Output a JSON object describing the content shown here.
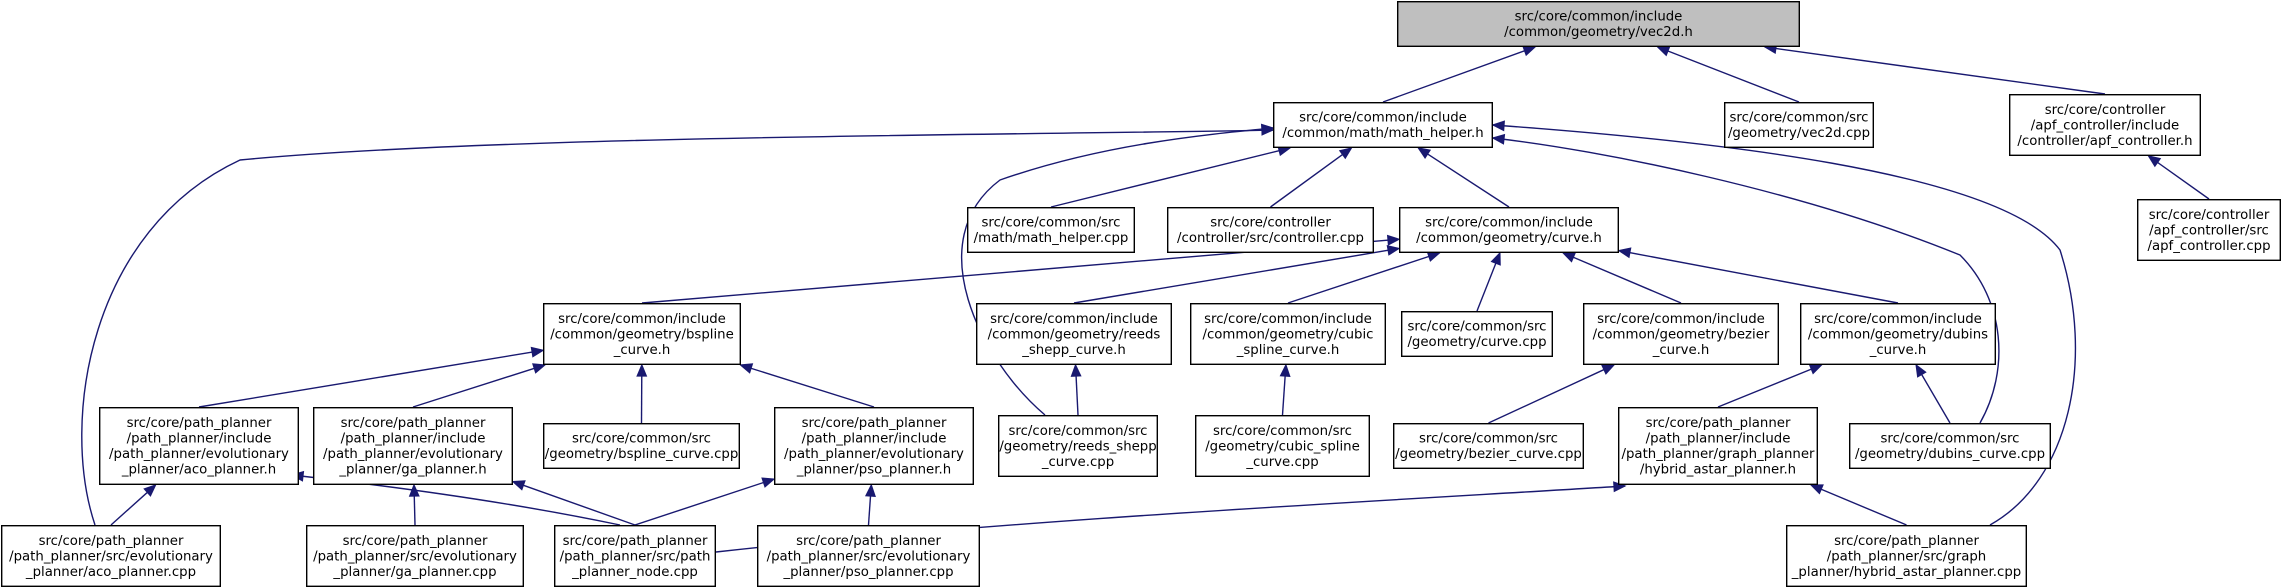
{
  "colors": {
    "edge": "#191970",
    "root_fill": "#bfbfbf",
    "node_fill": "#ffffff",
    "border": "#000000"
  },
  "nodes": [
    {
      "id": "vec2d_h",
      "lines": [
        "src/core/common/include",
        "/common/geometry/vec2d.h"
      ],
      "root": true
    },
    {
      "id": "math_helper_h",
      "lines": [
        "src/core/common/include",
        "/common/math/math_helper.h"
      ]
    },
    {
      "id": "vec2d_cpp",
      "lines": [
        "src/core/common/src",
        "/geometry/vec2d.cpp"
      ]
    },
    {
      "id": "apf_controller_h",
      "lines": [
        "src/core/controller",
        "/apf_controller/include",
        "/controller/apf_controller.h"
      ]
    },
    {
      "id": "apf_controller_cpp",
      "lines": [
        "src/core/controller",
        "/apf_controller/src",
        "/apf_controller.cpp"
      ]
    },
    {
      "id": "math_helper_cpp",
      "lines": [
        "src/core/common/src",
        "/math/math_helper.cpp"
      ]
    },
    {
      "id": "controller_cpp",
      "lines": [
        "src/core/controller",
        "/controller/src/controller.cpp"
      ]
    },
    {
      "id": "curve_h",
      "lines": [
        "src/core/common/include",
        "/common/geometry/curve.h"
      ]
    },
    {
      "id": "bspline_curve_h",
      "lines": [
        "src/core/common/include",
        "/common/geometry/bspline",
        "_curve.h"
      ]
    },
    {
      "id": "reeds_shepp_curve_h",
      "lines": [
        "src/core/common/include",
        "/common/geometry/reeds",
        "_shepp_curve.h"
      ]
    },
    {
      "id": "cubic_spline_curve_h",
      "lines": [
        "src/core/common/include",
        "/common/geometry/cubic",
        "_spline_curve.h"
      ]
    },
    {
      "id": "curve_cpp",
      "lines": [
        "src/core/common/src",
        "/geometry/curve.cpp"
      ]
    },
    {
      "id": "bezier_curve_h",
      "lines": [
        "src/core/common/include",
        "/common/geometry/bezier",
        "_curve.h"
      ]
    },
    {
      "id": "dubins_curve_h",
      "lines": [
        "src/core/common/include",
        "/common/geometry/dubins",
        "_curve.h"
      ]
    },
    {
      "id": "aco_planner_h",
      "lines": [
        "src/core/path_planner",
        "/path_planner/include",
        "/path_planner/evolutionary",
        "_planner/aco_planner.h"
      ]
    },
    {
      "id": "ga_planner_h",
      "lines": [
        "src/core/path_planner",
        "/path_planner/include",
        "/path_planner/evolutionary",
        "_planner/ga_planner.h"
      ]
    },
    {
      "id": "bspline_curve_cpp",
      "lines": [
        "src/core/common/src",
        "/geometry/bspline_curve.cpp"
      ]
    },
    {
      "id": "pso_planner_h",
      "lines": [
        "src/core/path_planner",
        "/path_planner/include",
        "/path_planner/evolutionary",
        "_planner/pso_planner.h"
      ]
    },
    {
      "id": "reeds_shepp_curve_cpp",
      "lines": [
        "src/core/common/src",
        "/geometry/reeds_shepp",
        "_curve.cpp"
      ]
    },
    {
      "id": "cubic_spline_curve_cpp",
      "lines": [
        "src/core/common/src",
        "/geometry/cubic_spline",
        "_curve.cpp"
      ]
    },
    {
      "id": "bezier_curve_cpp",
      "lines": [
        "src/core/common/src",
        "/geometry/bezier_curve.cpp"
      ]
    },
    {
      "id": "hybrid_astar_planner_h",
      "lines": [
        "src/core/path_planner",
        "/path_planner/include",
        "/path_planner/graph_planner",
        "/hybrid_astar_planner.h"
      ]
    },
    {
      "id": "dubins_curve_cpp",
      "lines": [
        "src/core/common/src",
        "/geometry/dubins_curve.cpp"
      ]
    },
    {
      "id": "aco_planner_cpp",
      "lines": [
        "src/core/path_planner",
        "/path_planner/src/evolutionary",
        "_planner/aco_planner.cpp"
      ]
    },
    {
      "id": "ga_planner_cpp",
      "lines": [
        "src/core/path_planner",
        "/path_planner/src/evolutionary",
        "_planner/ga_planner.cpp"
      ]
    },
    {
      "id": "path_planner_node_cpp",
      "lines": [
        "src/core/path_planner",
        "/path_planner/src/path",
        "_planner_node.cpp"
      ]
    },
    {
      "id": "pso_planner_cpp",
      "lines": [
        "src/core/path_planner",
        "/path_planner/src/evolutionary",
        "_planner/pso_planner.cpp"
      ]
    },
    {
      "id": "hybrid_astar_planner_cpp",
      "lines": [
        "src/core/path_planner",
        "/path_planner/src/graph",
        "_planner/hybrid_astar_planner.cpp"
      ]
    }
  ],
  "edges": [
    {
      "from": "math_helper_h",
      "to": "vec2d_h"
    },
    {
      "from": "vec2d_cpp",
      "to": "vec2d_h"
    },
    {
      "from": "apf_controller_h",
      "to": "vec2d_h"
    },
    {
      "from": "apf_controller_cpp",
      "to": "apf_controller_h"
    },
    {
      "from": "math_helper_cpp",
      "to": "math_helper_h"
    },
    {
      "from": "controller_cpp",
      "to": "math_helper_h"
    },
    {
      "from": "curve_h",
      "to": "math_helper_h"
    },
    {
      "from": "aco_planner_cpp",
      "to": "math_helper_h"
    },
    {
      "from": "reeds_shepp_curve_cpp",
      "to": "math_helper_h"
    },
    {
      "from": "dubins_curve_cpp",
      "to": "math_helper_h"
    },
    {
      "from": "hybrid_astar_planner_cpp",
      "to": "math_helper_h"
    },
    {
      "from": "bspline_curve_h",
      "to": "curve_h"
    },
    {
      "from": "reeds_shepp_curve_h",
      "to": "curve_h"
    },
    {
      "from": "cubic_spline_curve_h",
      "to": "curve_h"
    },
    {
      "from": "curve_cpp",
      "to": "curve_h"
    },
    {
      "from": "bezier_curve_h",
      "to": "curve_h"
    },
    {
      "from": "dubins_curve_h",
      "to": "curve_h"
    },
    {
      "from": "aco_planner_h",
      "to": "bspline_curve_h"
    },
    {
      "from": "ga_planner_h",
      "to": "bspline_curve_h"
    },
    {
      "from": "bspline_curve_cpp",
      "to": "bspline_curve_h"
    },
    {
      "from": "pso_planner_h",
      "to": "bspline_curve_h"
    },
    {
      "from": "reeds_shepp_curve_cpp",
      "to": "reeds_shepp_curve_h"
    },
    {
      "from": "cubic_spline_curve_cpp",
      "to": "cubic_spline_curve_h"
    },
    {
      "from": "bezier_curve_cpp",
      "to": "bezier_curve_h"
    },
    {
      "from": "hybrid_astar_planner_h",
      "to": "dubins_curve_h"
    },
    {
      "from": "dubins_curve_cpp",
      "to": "dubins_curve_h"
    },
    {
      "from": "aco_planner_cpp",
      "to": "aco_planner_h"
    },
    {
      "from": "path_planner_node_cpp",
      "to": "aco_planner_h"
    },
    {
      "from": "ga_planner_cpp",
      "to": "ga_planner_h"
    },
    {
      "from": "path_planner_node_cpp",
      "to": "ga_planner_h"
    },
    {
      "from": "path_planner_node_cpp",
      "to": "pso_planner_h"
    },
    {
      "from": "pso_planner_cpp",
      "to": "pso_planner_h"
    },
    {
      "from": "path_planner_node_cpp",
      "to": "hybrid_astar_planner_h"
    },
    {
      "from": "hybrid_astar_planner_cpp",
      "to": "hybrid_astar_planner_h"
    }
  ]
}
